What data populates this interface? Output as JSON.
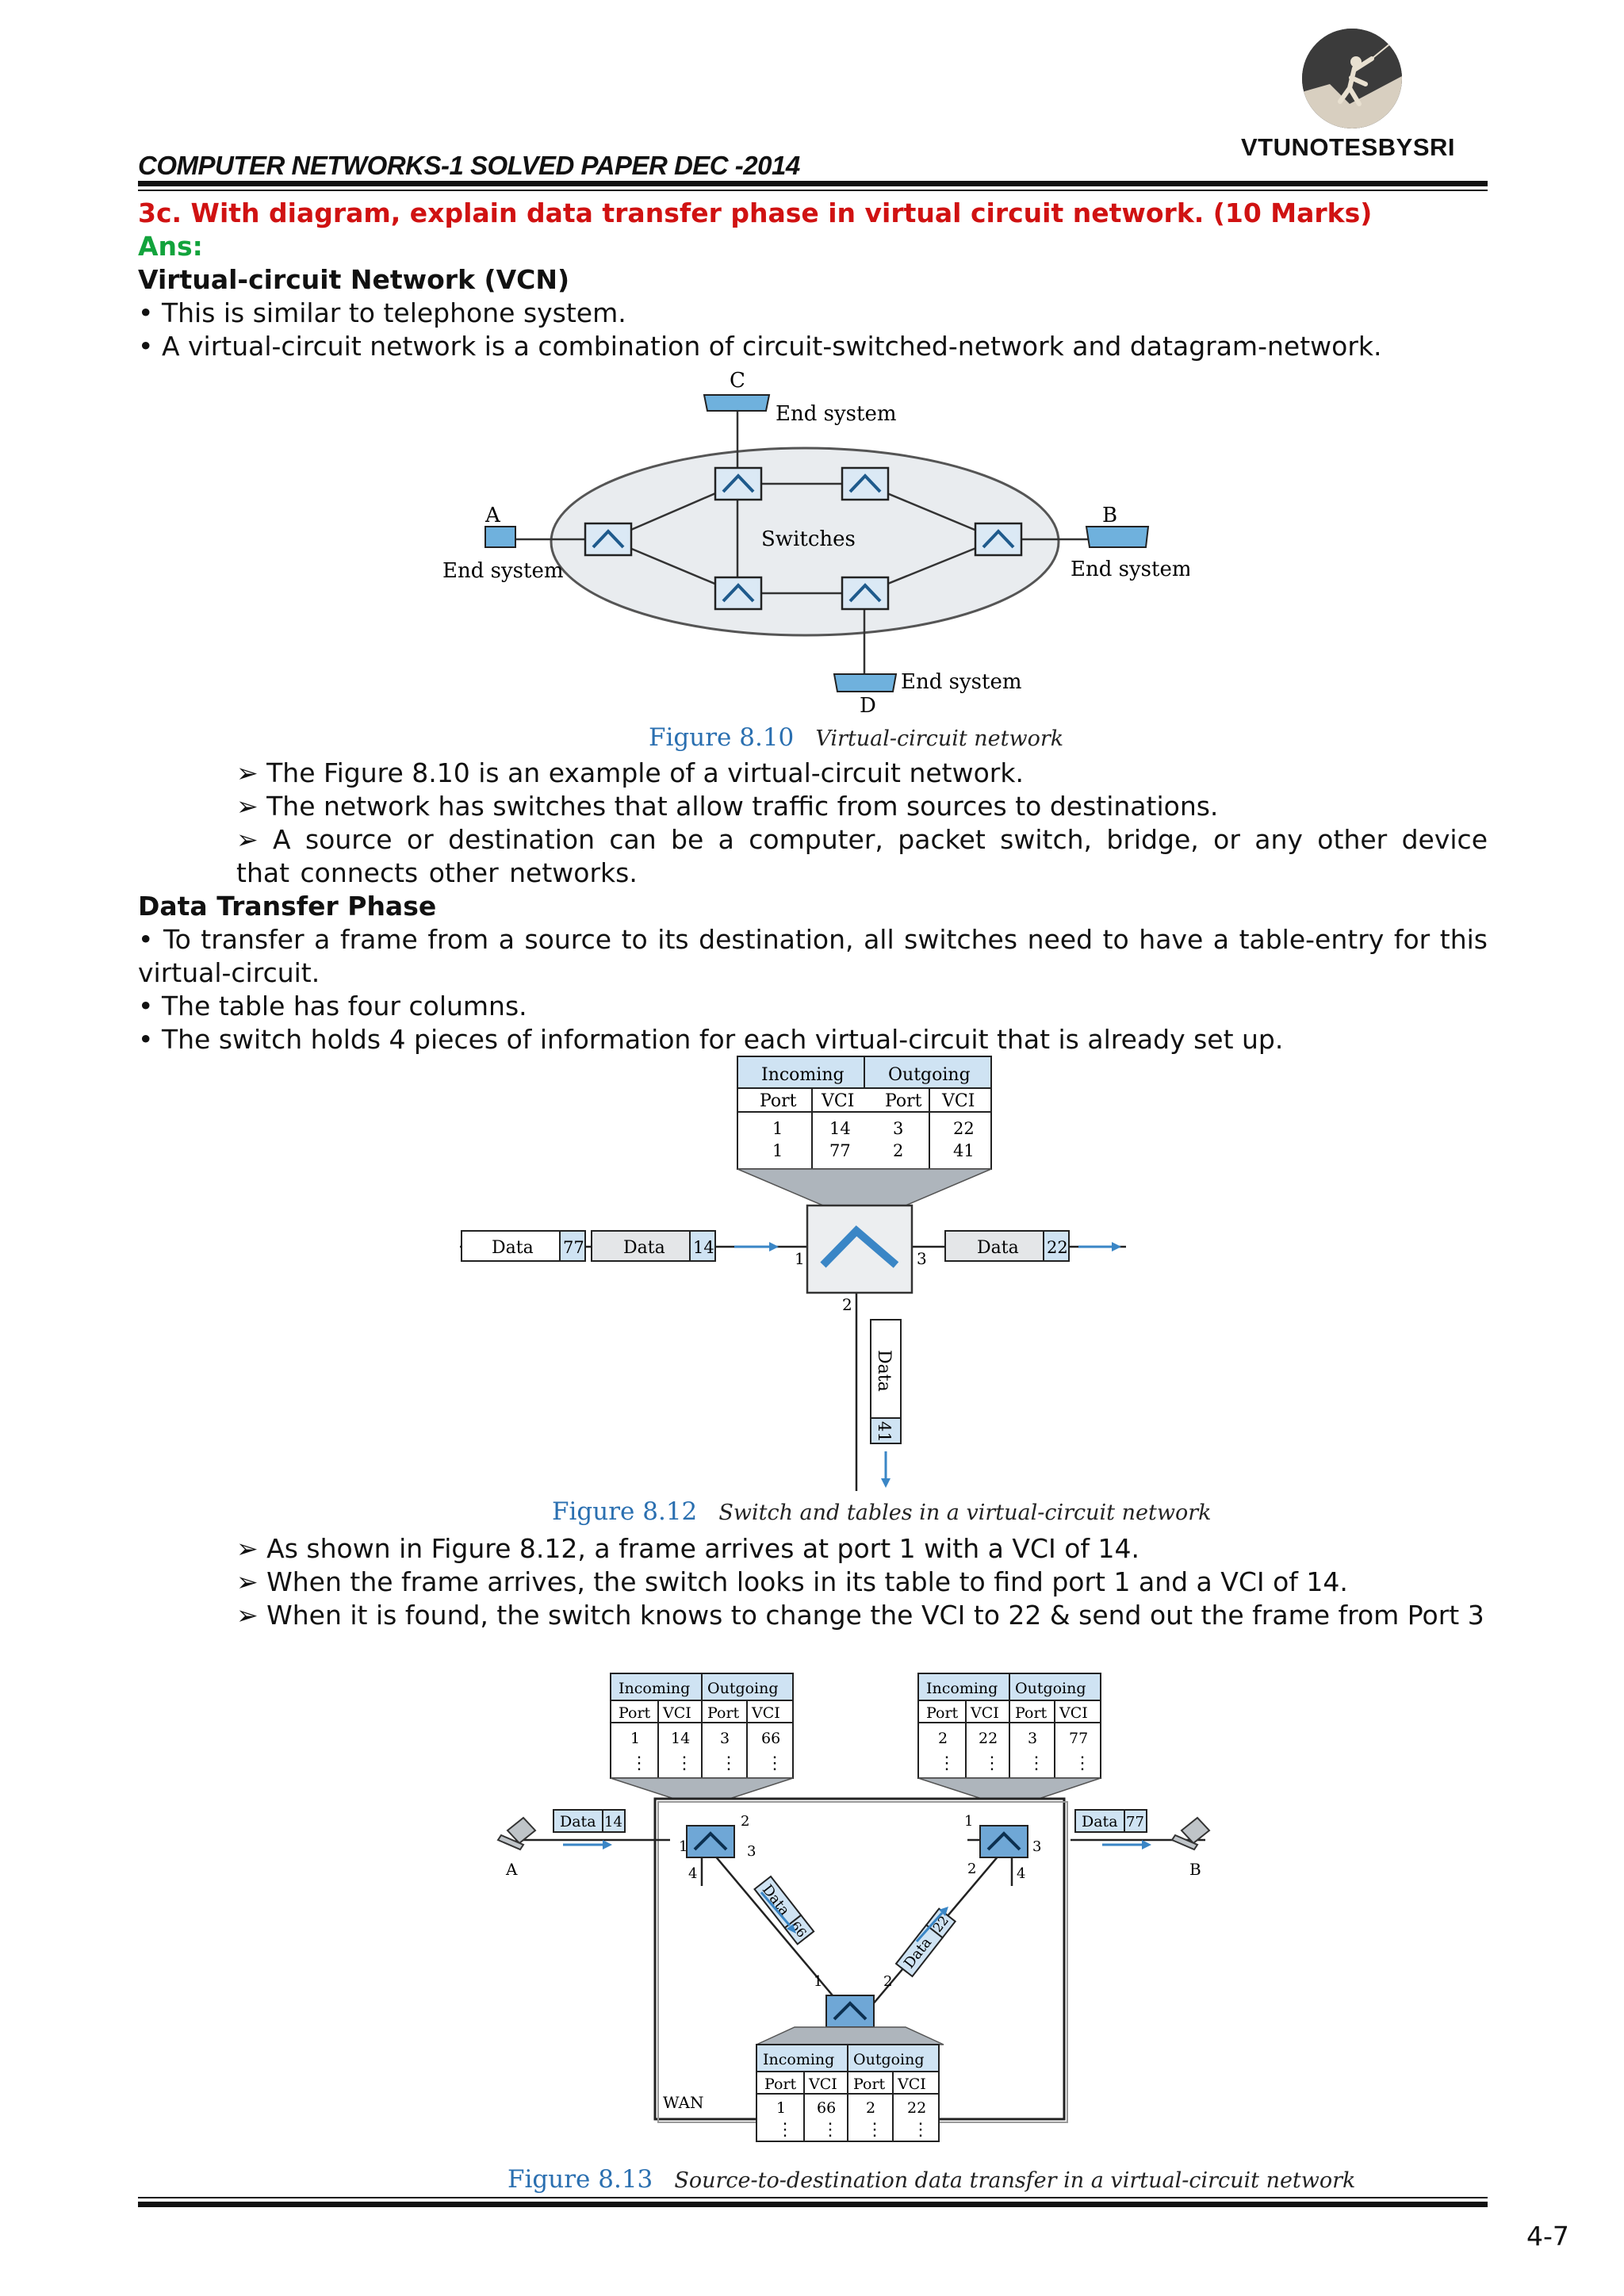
{
  "header": {
    "title": "COMPUTER NETWORKS-1 SOLVED PAPER DEC  -2014",
    "brand": "VTUNOTESBYSRI"
  },
  "question": "3c. With diagram, explain data transfer phase in virtual circuit network. (10 Marks)",
  "ans_label": "Ans:",
  "sections": {
    "vcn_heading": "Virtual-circuit Network (VCN)",
    "vcn_bullets": [
      "• This is similar to telephone system.",
      "• A virtual-circuit network is a combination of circuit-switched-network and datagram-network."
    ],
    "fig10_points": [
      "➢ The Figure 8.10 is an example of a virtual-circuit network.",
      "➢ The network has switches that allow traffic from sources to destinations.",
      "➢ A source or destination can be a computer, packet switch, bridge, or any other device that connects other networks."
    ],
    "dtp_heading": "Data Transfer Phase",
    "dtp_bullets": [
      "• To transfer a frame from a source to its destination, all switches need to have a table-entry for this virtual-circuit.",
      "• The table has four columns.",
      "• The switch holds 4 pieces of information for each virtual-circuit that is already set up."
    ],
    "fig12_points": [
      "➢ As shown in Figure 8.12, a frame arrives at port 1 with a VCI of 14.",
      "➢ When the frame arrives, the switch looks in its table to find port 1 and a VCI of 14.",
      "➢ When it is found, the switch knows to change the VCI to 22 & send out the frame from Port 3"
    ]
  },
  "fig10": {
    "caption_num": "Figure 8.10",
    "caption_text": "Virtual-circuit network",
    "label_c": "C",
    "label_a": "A",
    "label_b": "B",
    "label_d": "D",
    "end_system": "End system",
    "switches": "Switches"
  },
  "fig12": {
    "caption_num": "Figure 8.12",
    "caption_text": "Switch and tables in a virtual-circuit network",
    "incoming": "Incoming",
    "outgoing": "Outgoing",
    "port": "Port",
    "vci": "VCI",
    "rows": [
      [
        "1",
        "14",
        "3",
        "22"
      ],
      [
        "1",
        "77",
        "2",
        "41"
      ]
    ],
    "data": "Data",
    "frame_77": "77",
    "frame_14": "14",
    "frame_22": "22",
    "frame_41": "41",
    "port1": "1",
    "port2": "2",
    "port3": "3"
  },
  "fig13": {
    "caption_num": "Figure 8.13",
    "caption_text": "Source-to-destination data transfer in a virtual-circuit network",
    "incoming": "Incoming",
    "outgoing": "Outgoing",
    "port": "Port",
    "vci": "VCI",
    "table_left": [
      "1",
      "14",
      "3",
      "66"
    ],
    "table_right": [
      "2",
      "22",
      "3",
      "77"
    ],
    "table_bottom": [
      "1",
      "66",
      "2",
      "22"
    ],
    "dots": "⋮",
    "data": "Data",
    "frame_a": "14",
    "frame_b": "77",
    "frame_66": "66",
    "frame_22": "22",
    "label_a": "A",
    "label_b": "B",
    "wan": "WAN",
    "p1": "1",
    "p2": "2",
    "p3": "3",
    "p4": "4"
  },
  "page_number": "4-7"
}
